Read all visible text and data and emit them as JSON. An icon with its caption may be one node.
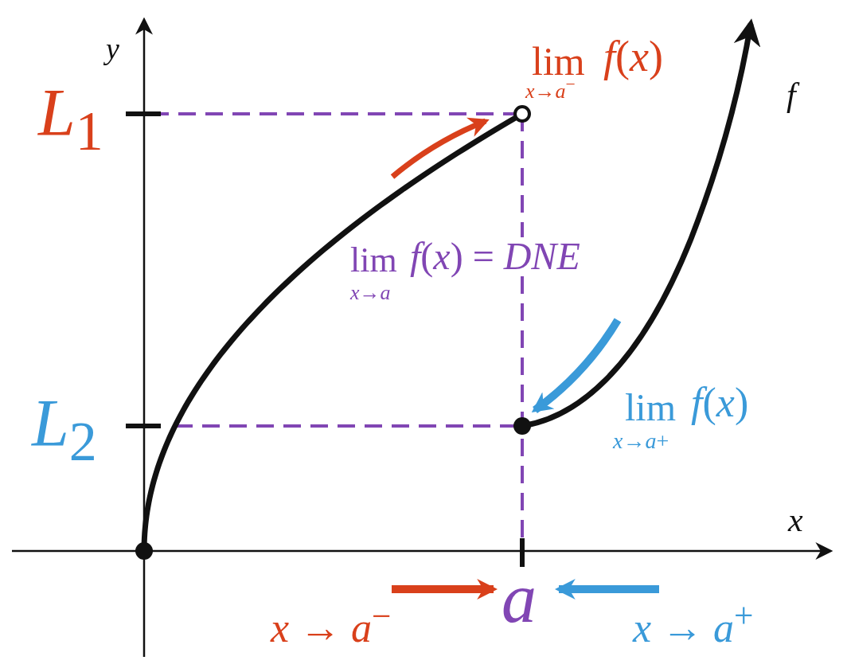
{
  "diagram": {
    "labels": [
      "y",
      "lim",
      "*f*(*x*)",
      "*x*→*a*$^{−}$",
      "f",
      "*L*$_{1}$",
      "lim",
      "*f*(*x*) = *DNE*",
      "*x*→*a*",
      "*L*$_{2}$",
      "lim",
      "*f*(*x*)",
      "*x*→*a*+",
      "x",
      "a",
      "*x* → *a*$^{−}$",
      "*x* → *a*$^{+}$"
    ]
  }
}
